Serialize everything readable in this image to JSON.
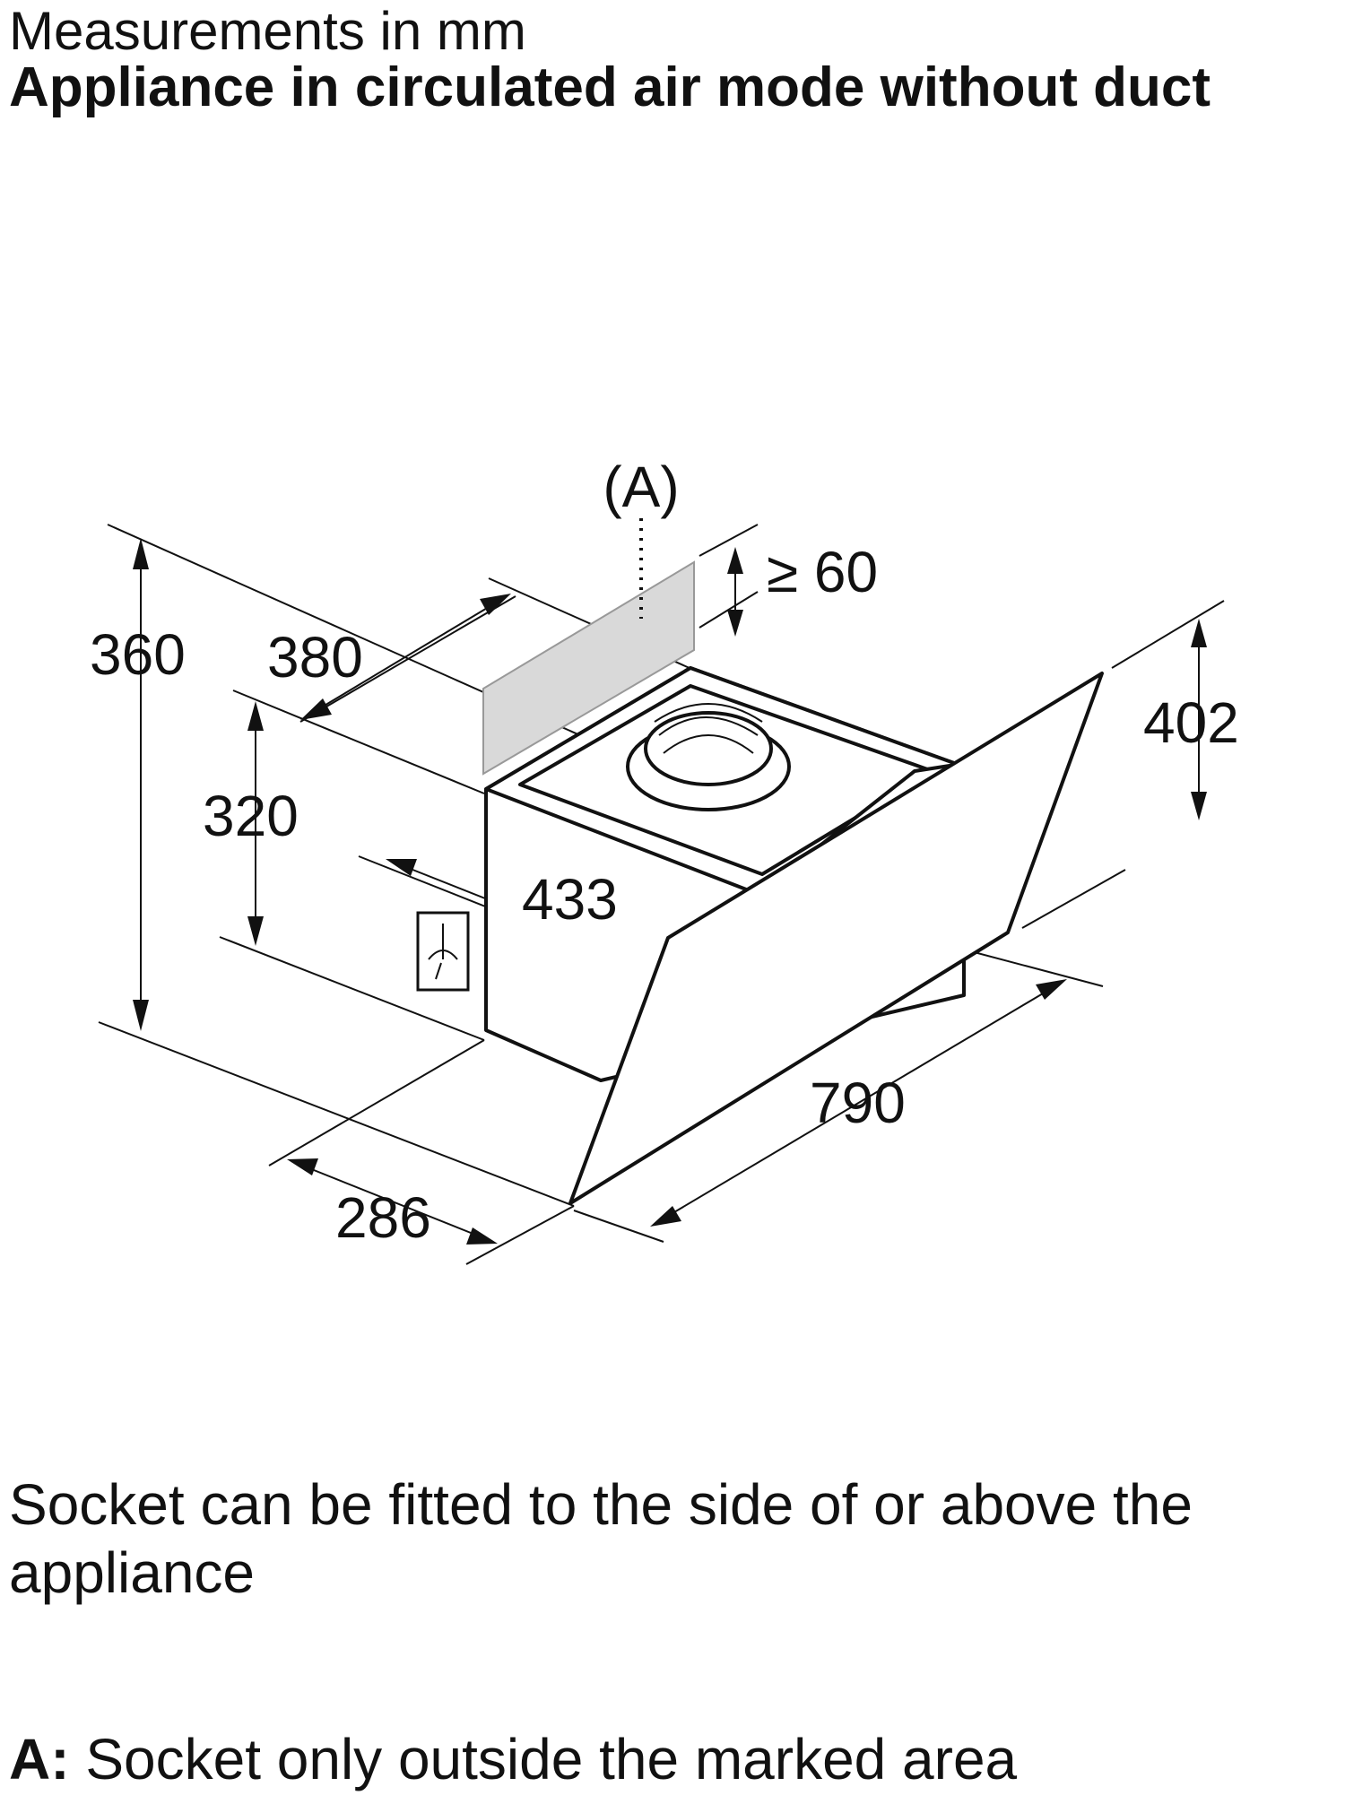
{
  "header": {
    "units": "Measurements in mm",
    "title": "Appliance in circulated air mode without duct"
  },
  "diagram": {
    "marker": "(A)",
    "dimensions": {
      "height_total": "360",
      "depth_top": "380",
      "height_body": "320",
      "depth_body": "433",
      "clearance": "≥ 60",
      "height_panel": "402",
      "width": "790",
      "depth_bottom": "286"
    }
  },
  "notes": {
    "socket": "Socket can be fitted to the side of or above the appliance",
    "a_label": "A:",
    "a_text": "Socket only outside the marked area"
  }
}
